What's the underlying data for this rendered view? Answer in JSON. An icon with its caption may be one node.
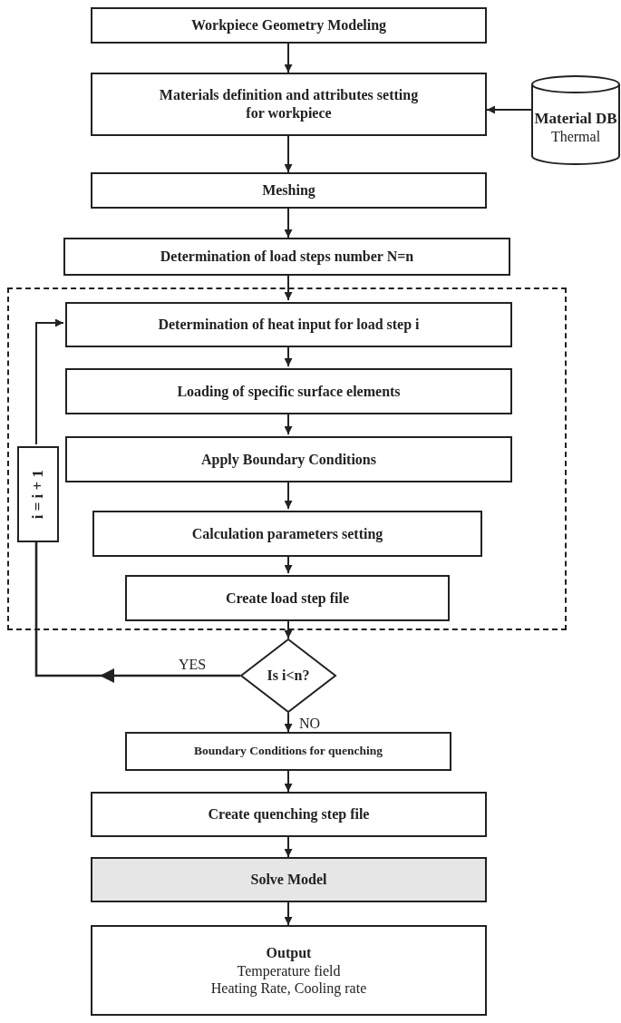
{
  "diagram": {
    "nodes": [
      {
        "text": [
          "Workpiece Geometry Modeling"
        ]
      },
      {
        "text": [
          "Materials definition and attributes setting for workpiece"
        ]
      },
      {
        "text": [
          "Material DB",
          "Thermal"
        ]
      },
      {
        "text": [
          "Meshing"
        ]
      },
      {
        "text": [
          "Determination of load steps number N=n"
        ]
      },
      {
        "text": [],
        "shape": "box"
      },
      {
        "text": [
          "Determination of heat input for load step i"
        ],
        "in": 5
      },
      {
        "text": [
          "Loading of specific surface elements"
        ],
        "in": 5
      },
      {
        "text": [
          "Apply Boundary Conditions"
        ],
        "in": 5
      },
      {
        "text": [
          "Calculation parameters setting"
        ],
        "in": 5
      },
      {
        "text": [
          "Create load step file"
        ],
        "in": 5
      },
      {
        "text": [
          "i = i + 1"
        ],
        "in": 5
      },
      {
        "text": [
          "Is i<n?"
        ]
      },
      {
        "text": [
          "Boundary Conditions for quenching"
        ]
      },
      {
        "text": [
          "Create quenching step file"
        ]
      },
      {
        "text": [
          "Solve Model"
        ]
      },
      {
        "text": [
          "Output",
          "Temperature field",
          "Heating Rate, Cooling rate"
        ]
      }
    ],
    "edges": [
      {
        "from": 0,
        "to": 1,
        "arrow": "to"
      },
      {
        "from": 2,
        "to": 1,
        "arrow": "to"
      },
      {
        "from": 1,
        "to": 3,
        "arrow": "to"
      },
      {
        "from": 3,
        "to": 4,
        "arrow": "to"
      },
      {
        "from": 4,
        "to": 6,
        "arrow": "to"
      },
      {
        "from": 6,
        "to": 7,
        "arrow": "to"
      },
      {
        "from": 7,
        "to": 8,
        "arrow": "to"
      },
      {
        "from": 8,
        "to": 9,
        "arrow": "to"
      },
      {
        "from": 9,
        "to": 10,
        "arrow": "to"
      },
      {
        "from": 10,
        "to": 12,
        "arrow": "to"
      },
      {
        "from": 12,
        "to": 11,
        "arrow": "to",
        "label": "YES"
      },
      {
        "from": 11,
        "to": 6,
        "arrow": "to"
      },
      {
        "from": 12,
        "to": 13,
        "arrow": "to",
        "label": "NO"
      },
      {
        "from": 13,
        "to": 14,
        "arrow": "to"
      },
      {
        "from": 14,
        "to": 15,
        "arrow": "to"
      },
      {
        "from": 15,
        "to": 16,
        "arrow": "to"
      }
    ]
  }
}
